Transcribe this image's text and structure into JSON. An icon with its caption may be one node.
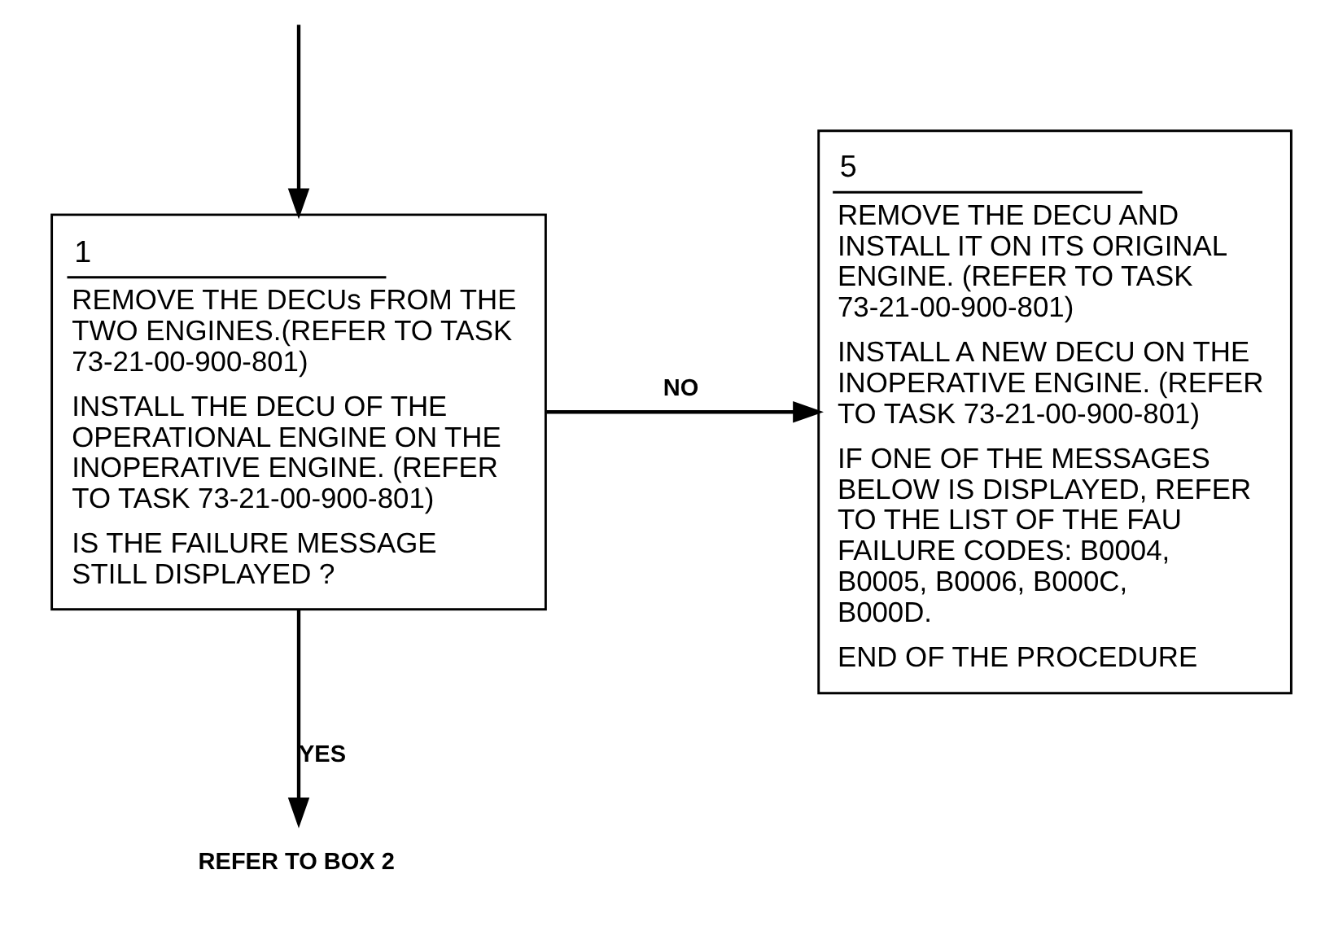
{
  "diagram": {
    "nodes": [
      {
        "text": [
          "1",
          "REMOVE THE DECUs FROM THE TWO ENGINES.(REFER TO TASK 73-21-00-900-801)",
          "INSTALL THE DECU OF THE OPERATIONAL ENGINE ON THE INOPERATIVE ENGINE. (REFER TO TASK 73-21-00-900-801)",
          "IS THE FAILURE MESSAGE STILL DISPLAYED ?"
        ]
      },
      {
        "text": [
          "5",
          "REMOVE THE DECU AND INSTALL IT ON ITS ORIGINAL ENGINE. (REFER TO TASK 73-21-00-900-801)",
          "INSTALL A NEW DECU ON THE INOPERATIVE ENGINE. (REFER TO TASK 73-21-00-900-801)",
          "IF ONE OF THE MESSAGES BELOW IS DISPLAYED, REFER TO THE LIST OF THE FAU FAILURE CODES: B0004, B0005, B0006, B000C, B000D.",
          "END OF THE PROCEDURE"
        ]
      },
      {
        "text": [
          "REFER TO BOX 2"
        ]
      }
    ],
    "edges": [
      {
        "from": null,
        "to": 0,
        "arrow": "to"
      },
      {
        "from": 0,
        "to": 1,
        "arrow": "to",
        "label": "NO"
      },
      {
        "from": 0,
        "to": 2,
        "arrow": "to",
        "label": "YES"
      }
    ]
  }
}
